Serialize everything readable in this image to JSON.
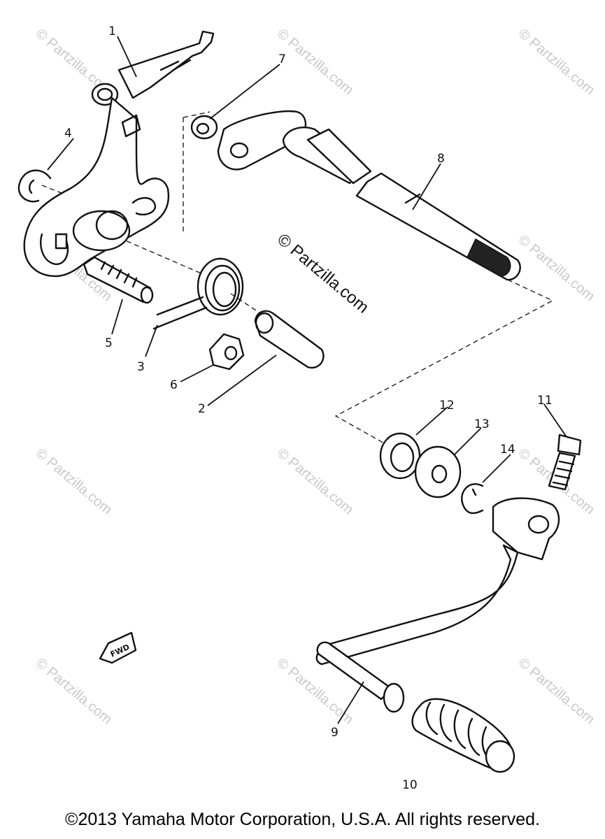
{
  "watermarks": {
    "corner_text": "© Partzilla.com",
    "center_text": "© Partzilla.com"
  },
  "fwd_label": "FWD",
  "callouts": [
    {
      "id": "1",
      "label": "1"
    },
    {
      "id": "2",
      "label": "2"
    },
    {
      "id": "3",
      "label": "3"
    },
    {
      "id": "4",
      "label": "4"
    },
    {
      "id": "5",
      "label": "5"
    },
    {
      "id": "6",
      "label": "6"
    },
    {
      "id": "7",
      "label": "7"
    },
    {
      "id": "8",
      "label": "8"
    },
    {
      "id": "9",
      "label": "9"
    },
    {
      "id": "10",
      "label": "10"
    },
    {
      "id": "11",
      "label": "11"
    },
    {
      "id": "12",
      "label": "12"
    },
    {
      "id": "13",
      "label": "13"
    },
    {
      "id": "14",
      "label": "14"
    }
  ],
  "footer": {
    "copyright": "©2013 Yamaha Motor Corporation, U.S.A. All rights reserved."
  }
}
